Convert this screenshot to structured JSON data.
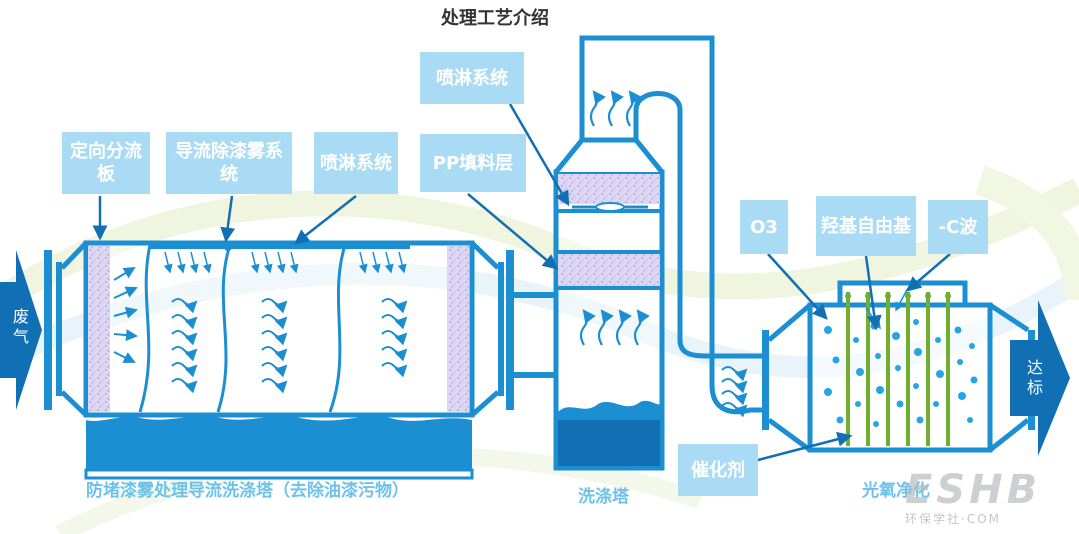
{
  "title": "处理工艺介绍",
  "callouts": {
    "directional_plate": "定向分流板",
    "paint_mist_removal": "导流除漆雾系统",
    "spray_system_left": "喷淋系统",
    "spray_system_top": "喷淋系统",
    "pp_packing_layer": "PP填料层",
    "ozone": "O3",
    "hydroxyl_radical": "羟基自由基",
    "uvc_wave": "-C波",
    "catalyst": "催化剂"
  },
  "captions": {
    "tower1": "防堵漆雾处理导流洗涤塔（去除油漆污物）",
    "tower2": "洗涤塔",
    "photo_oxidation": "光氧净化"
  },
  "arrows": {
    "inlet": "废气",
    "outlet": "达标"
  },
  "watermark": {
    "logo": "ESHB",
    "site": "环保学社·COM"
  },
  "colors": {
    "primary_blue": "#1b8fd2",
    "dark_blue": "#1170b4",
    "callout_fill": "#a9dbf4",
    "packing_fill": "#c8c4e8",
    "caption_text": "#6dc2ea",
    "uv_lamp": "#6fae2f"
  }
}
